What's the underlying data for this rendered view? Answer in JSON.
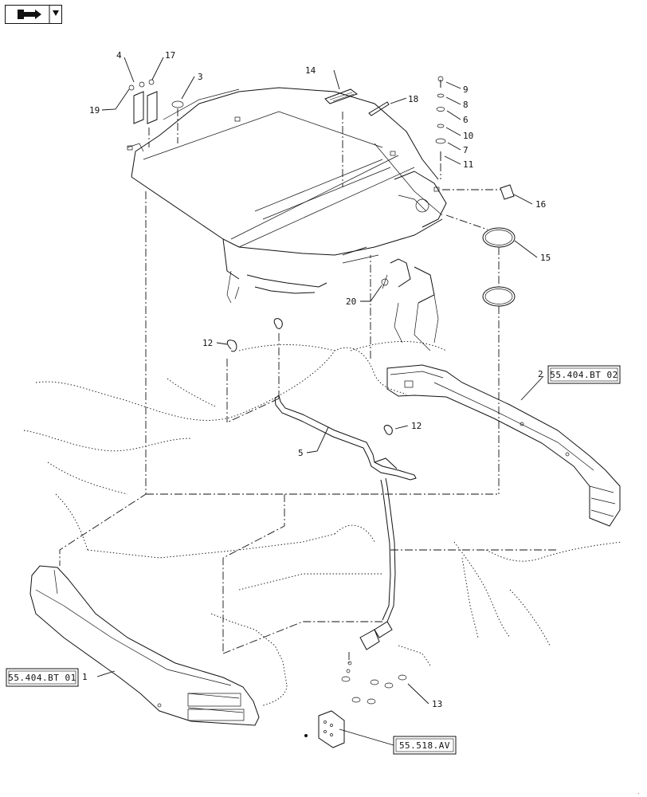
{
  "nav": {
    "icon": "arrow-icon"
  },
  "callouts": [
    {
      "id": "c4",
      "text": "4"
    },
    {
      "id": "c17",
      "text": "17"
    },
    {
      "id": "c3",
      "text": "3"
    },
    {
      "id": "c19",
      "text": "19"
    },
    {
      "id": "c14",
      "text": "14"
    },
    {
      "id": "c18",
      "text": "18"
    },
    {
      "id": "c9",
      "text": "9"
    },
    {
      "id": "c8",
      "text": "8"
    },
    {
      "id": "c6",
      "text": "6"
    },
    {
      "id": "c10",
      "text": "10"
    },
    {
      "id": "c7",
      "text": "7"
    },
    {
      "id": "c11",
      "text": "11"
    },
    {
      "id": "c16",
      "text": "16"
    },
    {
      "id": "c15",
      "text": "15"
    },
    {
      "id": "c20",
      "text": "20"
    },
    {
      "id": "c12a",
      "text": "12"
    },
    {
      "id": "c12b",
      "text": "12"
    },
    {
      "id": "c2",
      "text": "2"
    },
    {
      "id": "c5",
      "text": "5"
    },
    {
      "id": "c1",
      "text": "1"
    },
    {
      "id": "c13",
      "text": "13"
    }
  ],
  "references": {
    "ref_right_bumper": "55.404.BT 02",
    "ref_left_bumper": "55.404.BT 01",
    "ref_connector": "55.518.AV"
  }
}
